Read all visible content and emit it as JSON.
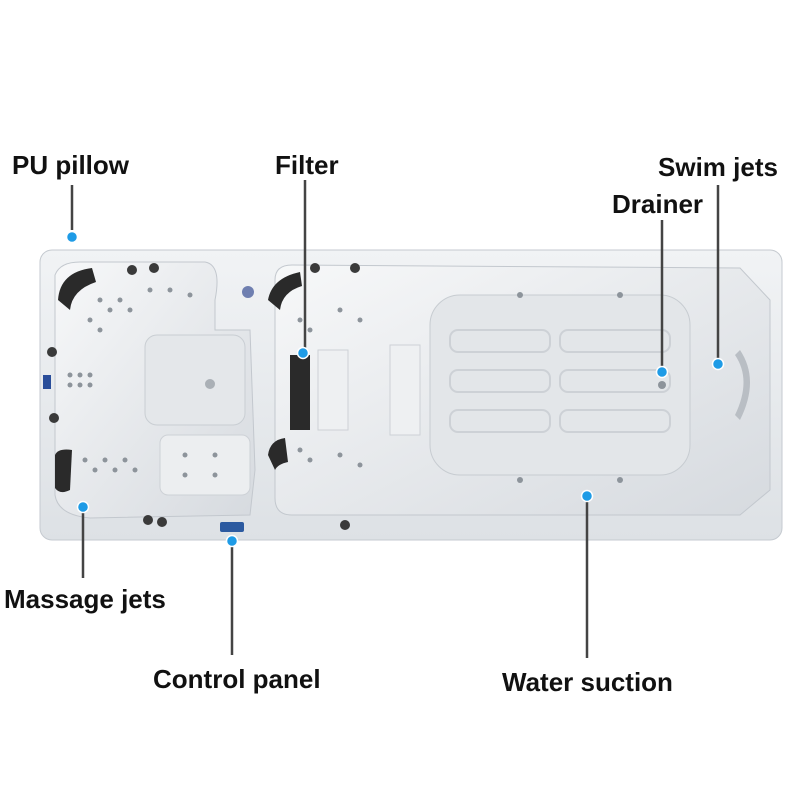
{
  "labels": {
    "pu_pillow": "PU pillow",
    "filter": "Filter",
    "swim_jets": "Swim jets",
    "drainer": "Drainer",
    "massage_jets": "Massage jets",
    "control_panel": "Control panel",
    "water_suction": "Water suction"
  },
  "colors": {
    "marker": "#1e9be6",
    "leader": "#444444",
    "shell": "#e9ecef",
    "pillow": "#2a2a2a"
  }
}
